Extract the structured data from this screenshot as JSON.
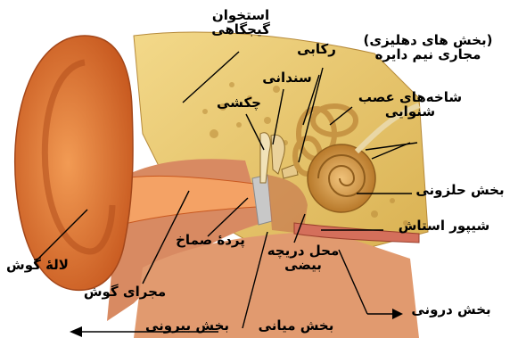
{
  "labels": {
    "temporal_bone": "استخوان گیجگاهی",
    "vestibular": "(بخش های دهلیزی) مجاری نیم دایره",
    "stapes": "رکابی",
    "incus": "سندانی",
    "malleus": "چکشی",
    "auditory_nerve": "شاخه‌های عصب شنوایی",
    "cochlea": "بخش حلزونی",
    "eustachian": "شیپور استاش",
    "eardrum": "پردهٔ صماخ",
    "oval_window": "محل دریچه بیضی",
    "pinna": "لالهٔ گوش",
    "ear_canal": "مجرای گوش",
    "inner_ear": "بخش درونی",
    "middle_ear": "بخش میانی",
    "outer_ear": "بخش بیرونی"
  },
  "colors": {
    "skin": "#e8833e",
    "skin_shade": "#c8581f",
    "bone": "#e9c66a",
    "tissue": "#d88a62",
    "cochlea": "#d8a24e",
    "canal": "#f4a265",
    "line": "#000000"
  }
}
